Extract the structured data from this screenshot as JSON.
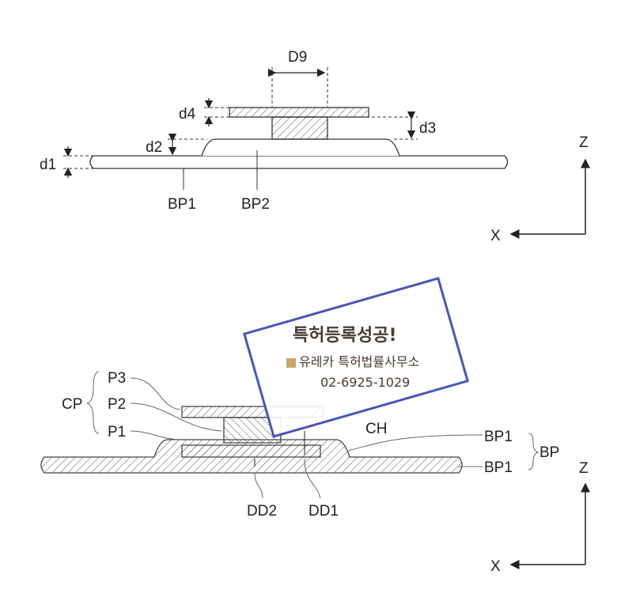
{
  "figure_top": {
    "labels": {
      "D9": "D9",
      "d4": "d4",
      "d3": "d3",
      "d2": "d2",
      "d1": "d1",
      "BP1": "BP1",
      "BP2": "BP2"
    },
    "axis": {
      "z": "Z",
      "x": "X"
    }
  },
  "figure_bottom": {
    "labels": {
      "P3": "P3",
      "P2": "P2",
      "P1": "P1",
      "CP": "CP",
      "CH": "CH",
      "BP1_a": "BP1",
      "BP1_b": "BP1",
      "BP": "BP",
      "DD2": "DD2",
      "DD1": "DD1"
    },
    "axis": {
      "z": "Z",
      "x": "X"
    }
  },
  "stamp": {
    "title": "특허등록성공!",
    "firm": "유레카 특허법률사무소",
    "phone": "02-6925-1029",
    "color": "#4a55b8"
  }
}
